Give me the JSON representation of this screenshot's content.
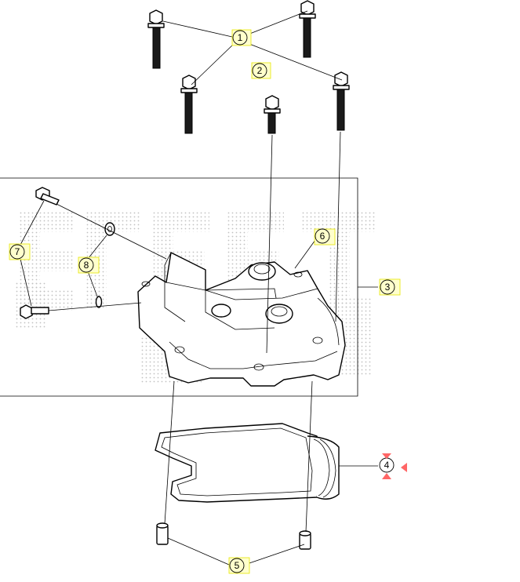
{
  "callouts": [
    {
      "id": "1",
      "label": "1"
    },
    {
      "id": "2",
      "label": "2"
    },
    {
      "id": "3",
      "label": "3"
    },
    {
      "id": "4",
      "label": "4"
    },
    {
      "id": "5",
      "label": "5"
    },
    {
      "id": "6",
      "label": "6"
    },
    {
      "id": "7",
      "label": "7"
    },
    {
      "id": "8",
      "label": "8"
    }
  ],
  "colors": {
    "callout_fill": "#ffffcc",
    "callout_box": "#e6e600",
    "marker": "#ff6666",
    "watermark_dots": "#bbbbbb"
  },
  "icons": {
    "marker": "selection-arrows-icon"
  }
}
